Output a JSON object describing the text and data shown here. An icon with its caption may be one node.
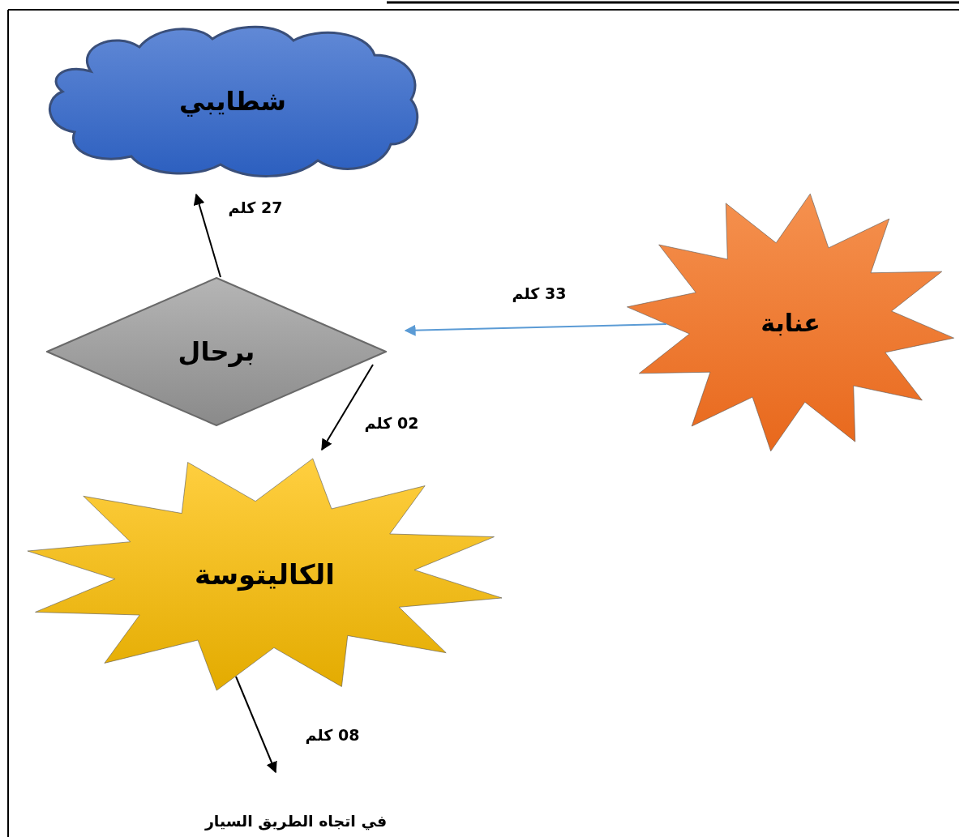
{
  "diagram": {
    "nodes": [
      {
        "text": [
          "شطايبي"
        ]
      },
      {
        "text": [
          "برحال"
        ]
      },
      {
        "text": [
          "عنابة"
        ]
      },
      {
        "text": [
          "الكاليتوسة"
        ]
      },
      {
        "text": [
          "في اتجاه الطريق السيار"
        ]
      }
    ],
    "edges": [
      {
        "from": 1,
        "to": 0,
        "arrow": "to",
        "label": "27 كلم"
      },
      {
        "from": 2,
        "to": 1,
        "arrow": "to",
        "label": "33 كلم",
        "color": "#5b9bd5"
      },
      {
        "from": 1,
        "to": 3,
        "arrow": "to",
        "label": "02 كلم"
      },
      {
        "from": 3,
        "to": 4,
        "arrow": "to",
        "label": "08 كلم"
      }
    ]
  }
}
